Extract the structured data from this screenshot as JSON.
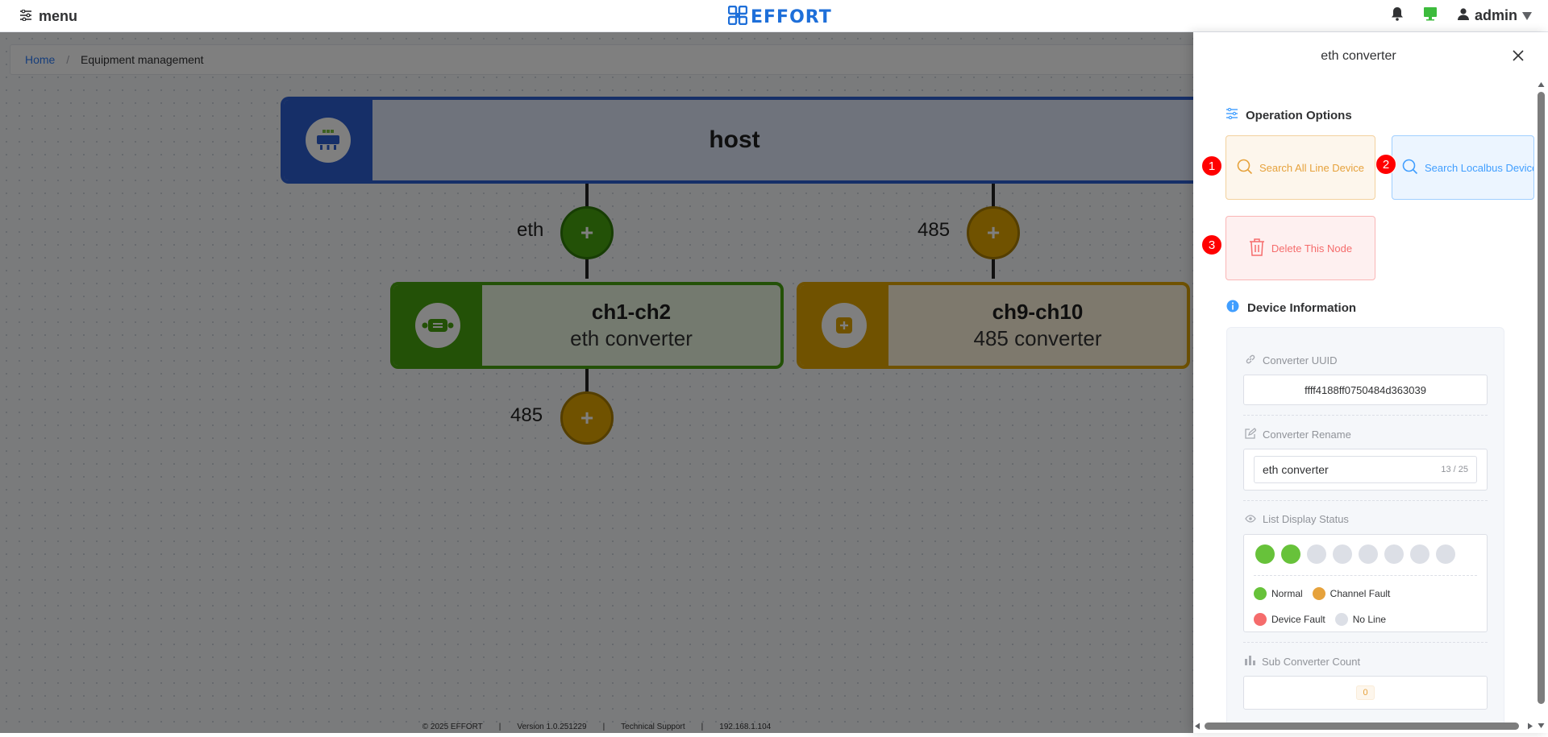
{
  "topbar": {
    "menu_label": "menu",
    "logo_text": "EFFORT",
    "user_label": "admin"
  },
  "breadcrumb": {
    "home": "Home",
    "separator": "/",
    "current": "Equipment management"
  },
  "graph": {
    "host": {
      "title": "host",
      "color": "#2d5fd0"
    },
    "connectors": [
      {
        "label": "eth",
        "color": "#46a30e"
      },
      {
        "label": "485",
        "color": "#e0a500"
      },
      {
        "label": "485",
        "color": "#e0a500"
      }
    ],
    "nodes": [
      {
        "title": "ch1-ch2",
        "subtitle": "eth converter",
        "color": "#46a30e"
      },
      {
        "title": "ch9-ch10",
        "subtitle": "485 converter",
        "color": "#e0a500"
      }
    ]
  },
  "footer": {
    "copyright": "© 2025 EFFORT",
    "sep": "|",
    "version": "Version 1.0.251229",
    "support": "Technical Support",
    "ip": "192.168.1.104"
  },
  "drawer": {
    "title": "eth converter",
    "operation_header": "Operation Options",
    "buttons": [
      {
        "badge": "1",
        "label": "Search All Line Device"
      },
      {
        "badge": "2",
        "label": "Search Localbus Device"
      },
      {
        "badge": "3",
        "label": "Delete This Node"
      }
    ],
    "info_header": "Device Information",
    "uuid_label": "Converter UUID",
    "uuid_value": "ffff4188ff0750484d363039",
    "rename_label": "Converter Rename",
    "rename_value": "eth converter",
    "rename_count": "13 / 25",
    "status_label": "List Display Status",
    "status_dots": [
      "normal",
      "normal",
      "noline",
      "noline",
      "noline",
      "noline",
      "noline",
      "noline"
    ],
    "legend": [
      {
        "label": "Normal",
        "color": "#67c23a"
      },
      {
        "label": "Channel Fault",
        "color": "#e6a23c"
      },
      {
        "label": "Device Fault",
        "color": "#f56c6c"
      },
      {
        "label": "No Line",
        "color": "#dcdfe6"
      }
    ],
    "sub_count_label": "Sub Converter Count",
    "sub_count_value": "0"
  },
  "colors": {
    "normal": "#67c23a",
    "noline": "#dcdfe6",
    "accent": "#2e7cf6"
  }
}
